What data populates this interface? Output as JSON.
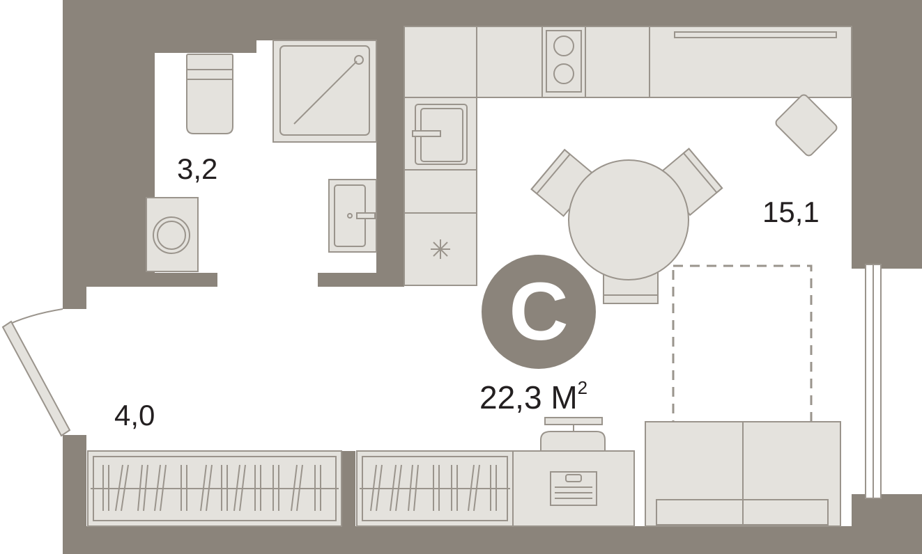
{
  "plan": {
    "apartment_type": "С",
    "total_area": {
      "value": "22,3",
      "unit": "М",
      "unit_power": "2"
    },
    "rooms": [
      {
        "id": "bathroom",
        "area": "3,2"
      },
      {
        "id": "living",
        "area": "15,1"
      },
      {
        "id": "hallway",
        "area": "4,0"
      }
    ]
  },
  "colors": {
    "wall": "#8b847b",
    "fixture_fill": "#e4e2dd",
    "fixture_stroke": "#9a948c",
    "text": "#231f20",
    "background": "#ffffff"
  }
}
